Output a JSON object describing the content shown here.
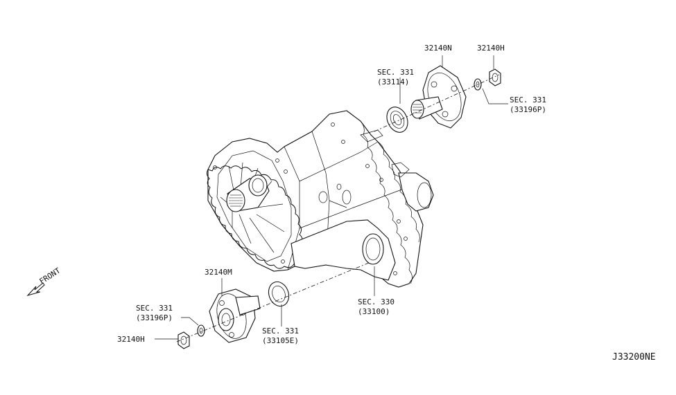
{
  "diagram_id": "J33200NE",
  "front_indicator": "FRONT",
  "callouts": {
    "flange_rear": "32140N",
    "nut_rear": "32140H",
    "seal_rear_sec": "SEC. 331",
    "seal_rear_ref": "(33114)",
    "washer_rear_sec": "SEC. 331",
    "washer_rear_ref": "(33196P)",
    "flange_front": "32140M",
    "washer_front_sec": "SEC. 331",
    "washer_front_ref": "(33196P)",
    "nut_front": "32140H",
    "seal_front_sec": "SEC. 331",
    "seal_front_ref": "(33105E)",
    "case_sec": "SEC. 330",
    "case_ref": "(33100)"
  }
}
